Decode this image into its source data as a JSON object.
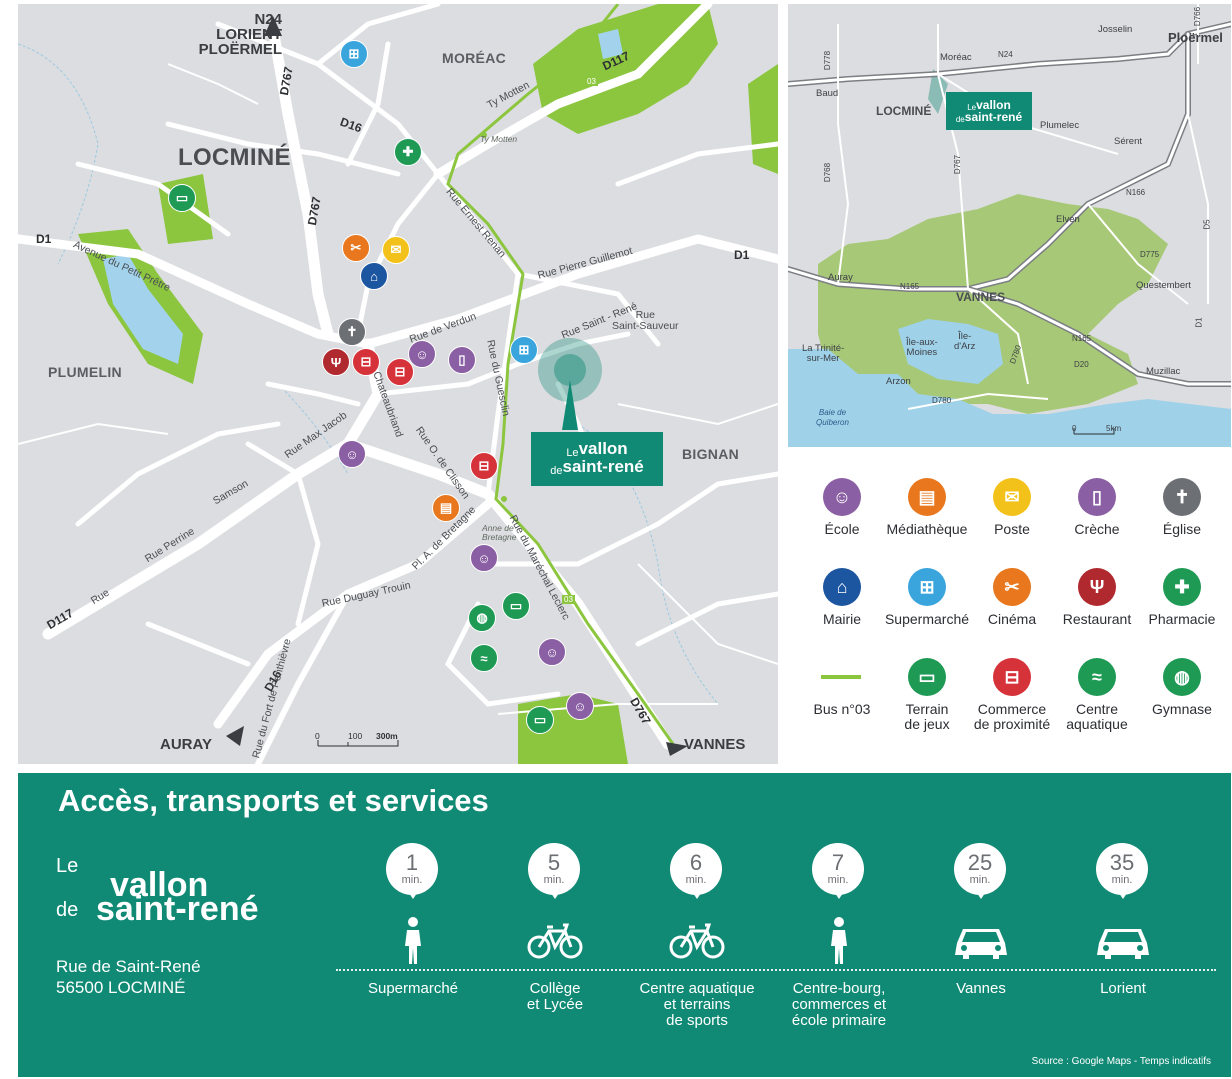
{
  "main_map": {
    "town": "LOCMINÉ",
    "places": {
      "moreac": "MORÉAC",
      "plumelin": "PLUMELIN",
      "bignan": "BIGNAN"
    },
    "destinations": {
      "north": "N24\nLORIENT\nPLOËRMEL",
      "auray": "AURAY",
      "vannes": "VANNES"
    },
    "road_numbers": {
      "d767_top": "D767",
      "d767_mid": "D767",
      "d767_bottom": "D767",
      "d16": "D16",
      "d16_bottom": "D16",
      "d1_left": "D1",
      "d1_right": "D1",
      "d117_top": "D117",
      "d117_left": "D117"
    },
    "streets": {
      "ty_motten": "Ty          Motten",
      "ernest_renan": "Rue    Ernest    Renan",
      "pierre_guillemot": "Rue   Pierre   Guillemot",
      "saint_rene": "Rue         Saint - René",
      "saint_sauveur": "Rue\nSaint-Sauveur",
      "avenue_petit_pretre": "Avenue    du    Petit    Prêtre",
      "verdun": "Rue    de    Verdun",
      "du_guesclin": "Rue    du    Guesclin",
      "chateaubriand": "Chateaubriand",
      "o_clisson": "Rue  O. de Clisson",
      "rue_max_jacob": "Rue  Max        Jacob",
      "samson": "Samson",
      "perrine": "Rue    Perrine",
      "rue_d117": "Rue",
      "pl_bretagne": "Pl. A. de Bretagne",
      "duguay_trouin": "Rue Duguay Trouin",
      "fort_penthievre": "Rue  du Fort de Penthièvre",
      "marechal_leclerc": "Rue   du   Maréchal   Leclerc"
    },
    "stops": {
      "ty_motten": "Ty Motten",
      "anne_bretagne": "Anne de\nBretagne"
    },
    "bus_tags": {
      "a": "03",
      "b": "03"
    },
    "scale": {
      "a": "0",
      "b": "100",
      "c": "300m"
    },
    "project": {
      "line1": "Le",
      "line2": "vallon",
      "line3": "de",
      "line4": "saint-rené"
    }
  },
  "region_map": {
    "places": {
      "moreac": "Moréac",
      "josselin": "Josselin",
      "ploermel": "Ploërmel",
      "baud": "Baud",
      "locmine": "LOCMINÉ",
      "plumelec": "Plumelec",
      "serent": "Sérent",
      "elven": "Elven",
      "auray": "Auray",
      "vannes": "VANNES",
      "questembert": "Questembert",
      "trinite": "La Trinité-\nsur-Mer",
      "ile_moines": "Île-aux-\nMoines",
      "ile_arz": "Île-\nd'Arz",
      "arzon": "Arzon",
      "muzillac": "Muzillac",
      "baie": "Baie de\nQuiberon"
    },
    "road_numbers": {
      "n24": "N24",
      "n166": "N166",
      "n165a": "N165",
      "n165b": "N165",
      "d767": "D767",
      "d768": "D768",
      "d780": "D780",
      "d780b": "D780",
      "d20": "D20",
      "d775": "D775",
      "d5": "D5",
      "d1": "D1",
      "d778": "D778",
      "d766": "D766"
    },
    "project_line1": "Le",
    "project_line2": "vallon",
    "project_line3": "de",
    "project_line4": "saint-rené",
    "scale_a": "0",
    "scale_b": "5km"
  },
  "legend": {
    "items": [
      {
        "label": "École",
        "color": "#8b5fa3",
        "icon": "school-icon"
      },
      {
        "label": "Médiathèque",
        "color": "#e8771d",
        "icon": "book-icon"
      },
      {
        "label": "Poste",
        "color": "#f3c21a",
        "icon": "mail-icon"
      },
      {
        "label": "Crèche",
        "color": "#8b5fa3",
        "icon": "baby-bottle-icon"
      },
      {
        "label": "Église",
        "color": "#6c6f74",
        "icon": "church-icon"
      },
      {
        "label": "Mairie",
        "color": "#1d56a0",
        "icon": "town-hall-icon"
      },
      {
        "label": "Supermarché",
        "color": "#3aa5dc",
        "icon": "cart-icon"
      },
      {
        "label": "Cinéma",
        "color": "#e8771d",
        "icon": "ticket-icon"
      },
      {
        "label": "Restaurant",
        "color": "#b0292e",
        "icon": "cutlery-icon"
      },
      {
        "label": "Pharmacie",
        "color": "#1e9a55",
        "icon": "pharmacy-cross-icon"
      },
      {
        "label": "Bus n°03",
        "color": "#8cc63f",
        "icon": "bus-line-icon"
      },
      {
        "label": "Terrain\nde jeux",
        "color": "#1e9a55",
        "icon": "playground-icon"
      },
      {
        "label": "Commerce\nde proximité",
        "color": "#d6323a",
        "icon": "basket-icon"
      },
      {
        "label": "Centre\naquatique",
        "color": "#1e9a55",
        "icon": "swimming-icon"
      },
      {
        "label": "Gymnase",
        "color": "#1e9a55",
        "icon": "gym-ball-icon"
      }
    ]
  },
  "band": {
    "title": "Accès, transports et services",
    "logo": {
      "l1": "Le",
      "l2": "vallon",
      "l3": "de",
      "l4": "saint-rené"
    },
    "address_line1": "Rue de Saint-René",
    "address_line2": "56500 LOCMINÉ",
    "times": [
      {
        "minutes": "1",
        "unit": "min.",
        "mode": "walk-icon",
        "label": "Supermarché"
      },
      {
        "minutes": "5",
        "unit": "min.",
        "mode": "bike-icon",
        "label": "Collège\net Lycée"
      },
      {
        "minutes": "6",
        "unit": "min.",
        "mode": "bike-icon",
        "label": "Centre aquatique\net terrains\nde sports"
      },
      {
        "minutes": "7",
        "unit": "min.",
        "mode": "walk-icon",
        "label": "Centre-bourg,\ncommerces et\nécole primaire"
      },
      {
        "minutes": "25",
        "unit": "min.",
        "mode": "car-icon",
        "label": "Vannes"
      },
      {
        "minutes": "35",
        "unit": "min.",
        "mode": "car-icon",
        "label": "Lorient"
      }
    ],
    "source": "Source : Google Maps - Temps indicatifs"
  }
}
